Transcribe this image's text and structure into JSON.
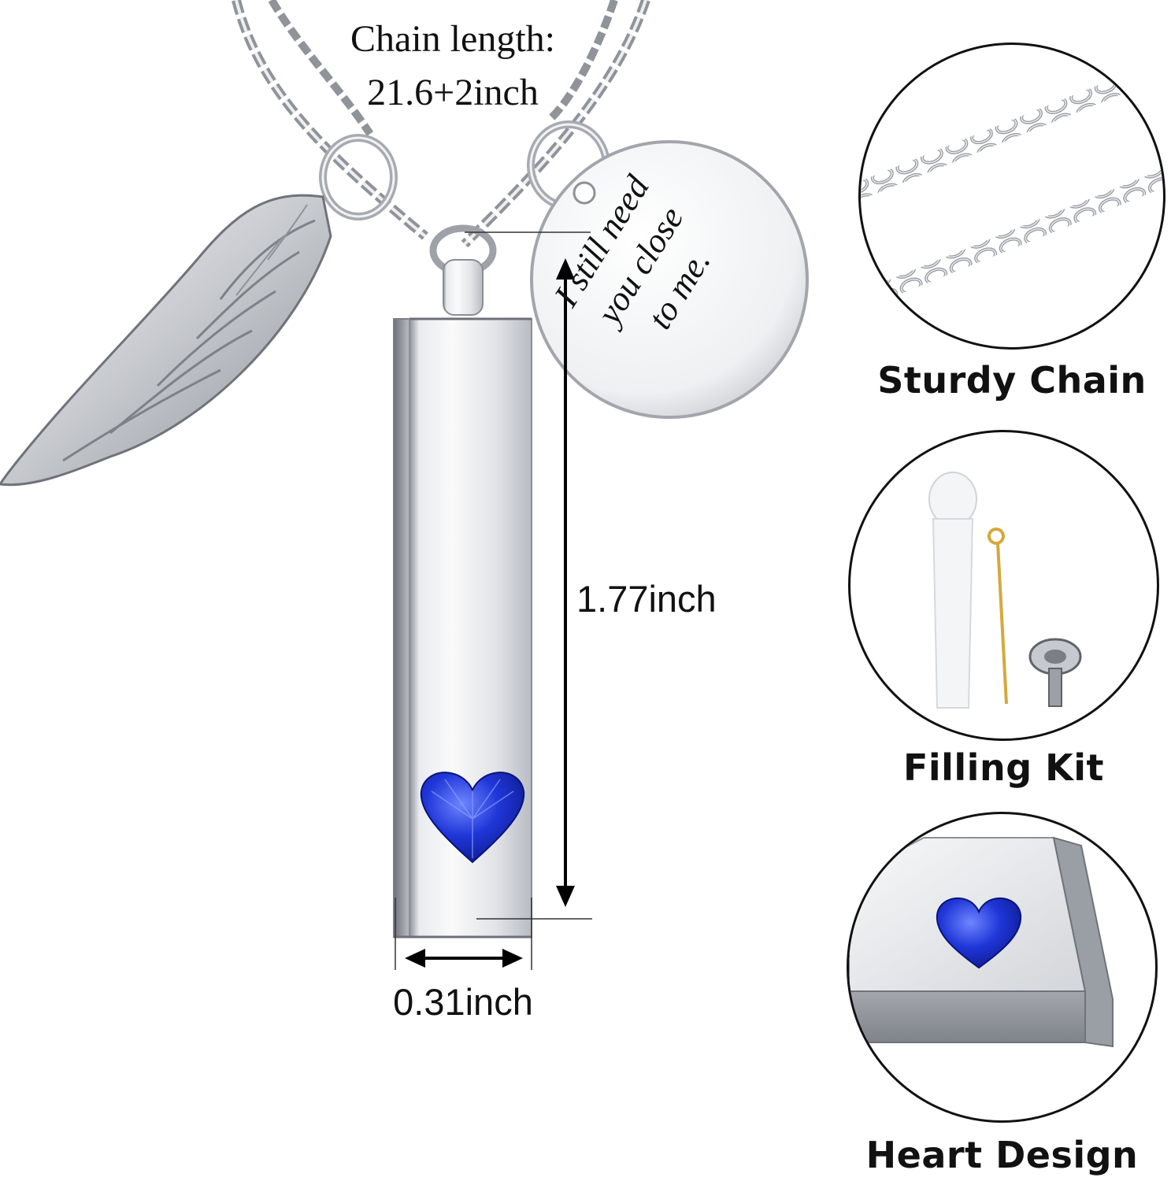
{
  "main": {
    "chain_length_label": "Chain length:",
    "chain_length_value": "21.6+2inch",
    "engraving": [
      "I still need",
      "you close",
      "to me."
    ],
    "height_label": "1.77inch",
    "width_label": "0.31inch"
  },
  "features": [
    {
      "label": "Sturdy Chain",
      "icon": "chain-icon"
    },
    {
      "label": "Filling Kit",
      "icon": "filling-kit-icon"
    },
    {
      "label": "Heart Design",
      "icon": "heart-gem-icon"
    }
  ],
  "colors": {
    "silver": "#c9ccd1",
    "gem_blue": "#1c2fd1",
    "outline": "#111111",
    "gold_pin": "#d4a93c"
  }
}
